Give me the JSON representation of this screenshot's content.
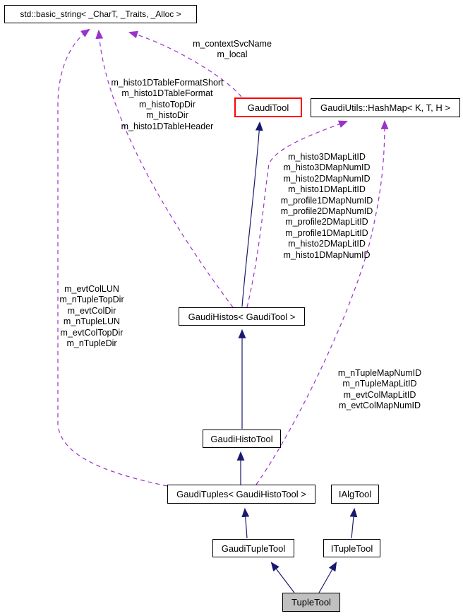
{
  "diagram": {
    "kind": "collaboration-graph",
    "nodes": {
      "basic_string": {
        "label": "std::basic_string< _CharT, _Traits, _Alloc >"
      },
      "gauditool": {
        "label": "GaudiTool"
      },
      "hashmap": {
        "label": "GaudiUtils::HashMap< K, T, H >"
      },
      "gaudihistos": {
        "label": "GaudiHistos< GaudiTool >"
      },
      "gaudihistotool": {
        "label": "GaudiHistoTool"
      },
      "gaudituples": {
        "label": "GaudiTuples< GaudiHistoTool >"
      },
      "ialgtool": {
        "label": "IAlgTool"
      },
      "gauditupletool": {
        "label": "GaudiTupleTool"
      },
      "itupletool": {
        "label": "ITupleTool"
      },
      "tupletool": {
        "label": "TupleTool"
      }
    },
    "edge_labels": {
      "context_svc": "m_contextSvcName\nm_local",
      "histo_table": "m_histo1DTableFormatShort\nm_histo1DTableFormat\nm_histoTopDir\nm_histoDir\nm_histo1DTableHeader",
      "histo_maps": "m_histo3DMapLitID\nm_histo3DMapNumID\nm_histo2DMapNumID\nm_histo1DMapLitID\nm_profile1DMapNumID\nm_profile2DMapNumID\nm_profile2DMapLitID\nm_profile1DMapLitID\nm_histo2DMapLitID\nm_histo1DMapNumID",
      "evtcol_dirs": "m_evtColLUN\nm_nTupleTopDir\nm_evtColDir\nm_nTupleLUN\nm_evtColTopDir\nm_nTupleDir",
      "ntuple_maps": "m_nTupleMapNumID\nm_nTupleMapLitID\nm_evtColMapLitID\nm_evtColMapNumID"
    },
    "colors": {
      "inheritance_edge": "#191970",
      "usage_edge": "#9a32cd",
      "node_border": "#000000",
      "highlight_border": "#ff0000",
      "focus_fill": "#c0c0c0",
      "node_fill": "#ffffff",
      "background": "#ffffff"
    }
  }
}
